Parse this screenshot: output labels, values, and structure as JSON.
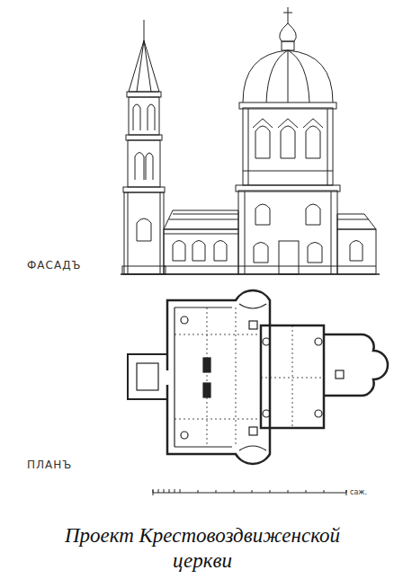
{
  "diagram": {
    "caption": "Проект Крестовоздвиженской церкви",
    "labels": [
      "ФАСАДЪ",
      "ПЛАНЪ",
      "саж."
    ]
  }
}
